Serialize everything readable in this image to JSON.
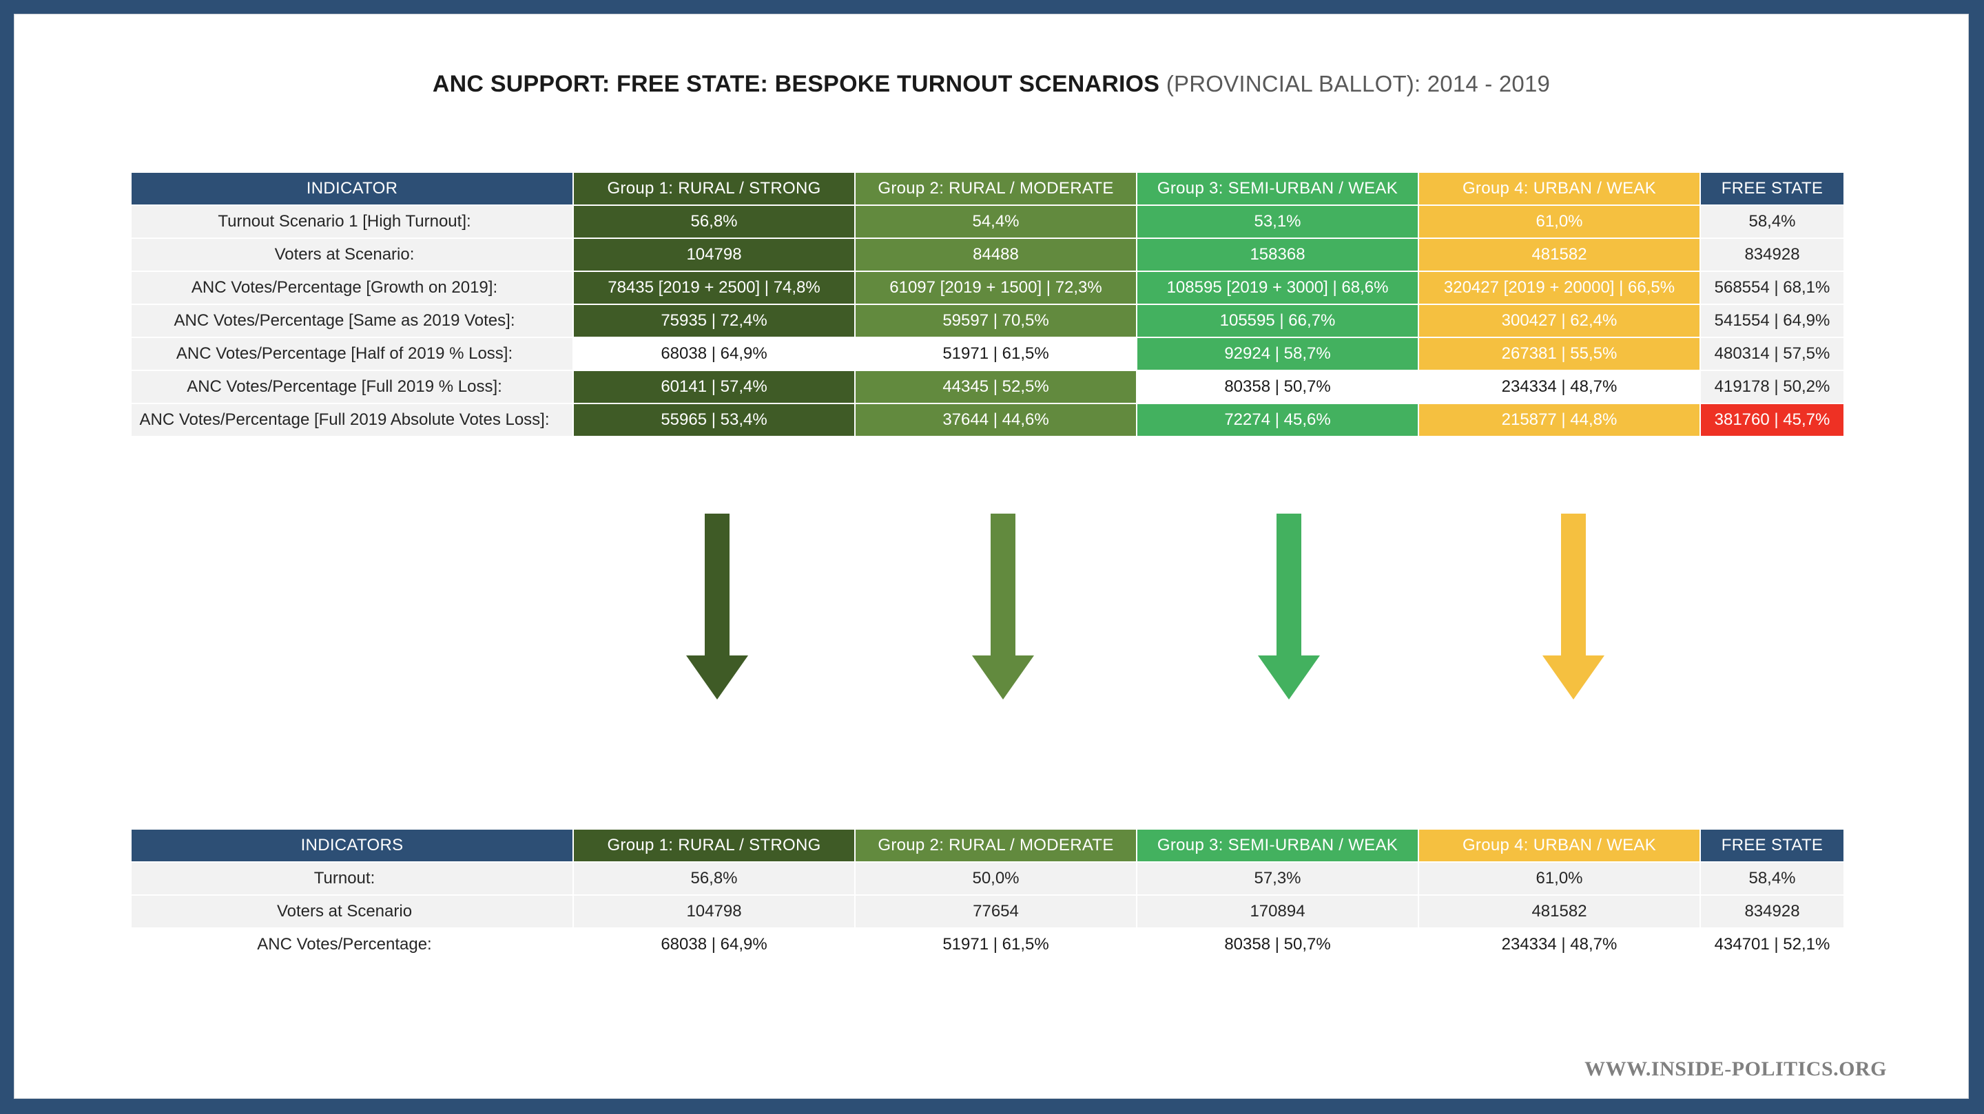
{
  "page": {
    "frame_color": "#2d4f75",
    "background": "#ffffff"
  },
  "title": {
    "main": "ANC SUPPORT: FREE STATE: BESPOKE TURNOUT SCENARIOS ",
    "sub": "(PROVINCIAL BALLOT): 2014 - 2019"
  },
  "colors": {
    "navy": "#2d4f75",
    "group1": "#3f5b26",
    "group2": "#628a3e",
    "group3": "#43b15f",
    "group4": "#f5c040",
    "red": "#ee3124",
    "light": "#f2f2f2"
  },
  "table_top": {
    "headers": {
      "indicator": "INDICATOR",
      "group1": "Group 1: RURAL / STRONG",
      "group2": "Group 2:  RURAL / MODERATE",
      "group3": "Group 3: SEMI-URBAN / WEAK",
      "group4": "Group 4: URBAN / WEAK",
      "free_state": "FREE STATE"
    },
    "rows": [
      {
        "label": "Turnout Scenario 1 [High Turnout]:",
        "group1": "56,8%",
        "group2": "54,4%",
        "group3": "53,1%",
        "group4": "61,0%",
        "free_state": "58,4%"
      },
      {
        "label": "Voters at Scenario:",
        "group1": "104798",
        "group2": "84488",
        "group3": "158368",
        "group4": "481582",
        "free_state": "834928"
      },
      {
        "label": "ANC Votes/Percentage [Growth on 2019]:",
        "group1": "78435 [2019 + 2500] | 74,8%",
        "group2": "61097 [2019 + 1500] | 72,3%",
        "group3": "108595 [2019 + 3000] | 68,6%",
        "group4": "320427 [2019 + 20000] | 66,5%",
        "free_state": "568554 | 68,1%"
      },
      {
        "label": "ANC Votes/Percentage [Same as 2019 Votes]:",
        "group1": "75935 | 72,4%",
        "group2": "59597 | 70,5%",
        "group3": "105595 | 66,7%",
        "group4": "300427 | 62,4%",
        "free_state": "541554 | 64,9%"
      },
      {
        "label": "ANC Votes/Percentage [Half of 2019 % Loss]:",
        "group1": "68038 | 64,9%",
        "group2": "51971 | 61,5%",
        "group3": "92924 | 58,7%",
        "group4": "267381 |  55,5%",
        "free_state": "480314 | 57,5%"
      },
      {
        "label": "ANC Votes/Percentage [Full 2019 % Loss]:",
        "group1": "60141 | 57,4%",
        "group2": "44345 | 52,5%",
        "group3": "80358 | 50,7%",
        "group4": "234334 | 48,7%",
        "free_state": "419178 | 50,2%"
      },
      {
        "label": "ANC Votes/Percentage [Full 2019 Absolute Votes Loss]:",
        "group1": "55965 | 53,4%",
        "group2": "37644 | 44,6%",
        "group3": "72274 | 45,6%",
        "group4": "215877 | 44,8%",
        "free_state": "381760 | 45,7%"
      }
    ]
  },
  "arrows": [
    {
      "name": "arrow-group1",
      "color": "#3f5b26"
    },
    {
      "name": "arrow-group2",
      "color": "#628a3e"
    },
    {
      "name": "arrow-group3",
      "color": "#43b15f"
    },
    {
      "name": "arrow-group4",
      "color": "#f5c040"
    }
  ],
  "table_bottom": {
    "headers": {
      "indicator": "INDICATORS",
      "group1": "Group 1: RURAL / STRONG",
      "group2": "Group 2:  RURAL / MODERATE",
      "group3": "Group 3: SEMI-URBAN / WEAK",
      "group4": "Group 4: URBAN / WEAK",
      "free_state": "FREE STATE"
    },
    "rows": [
      {
        "label": "Turnout:",
        "group1": "56,8%",
        "group2": "50,0%",
        "group3": "57,3%",
        "group4": "61,0%",
        "free_state": "58,4%"
      },
      {
        "label": "Voters at Scenario",
        "group1": "104798",
        "group2": "77654",
        "group3": "170894",
        "group4": "481582",
        "free_state": "834928"
      },
      {
        "label": "ANC Votes/Percentage:",
        "group1": "68038 | 64,9%",
        "group2": "51971 | 61,5%",
        "group3": "80358 | 50,7%",
        "group4": "234334 | 48,7%",
        "free_state": "434701 | 52,1%"
      }
    ]
  },
  "footer": {
    "url": "WWW.INSIDE-POLITICS.ORG"
  },
  "chart_data": {
    "type": "table",
    "title": "ANC SUPPORT: FREE STATE: BESPOKE TURNOUT SCENARIOS (PROVINCIAL BALLOT): 2014 - 2019",
    "tables": [
      {
        "name": "bespoke-turnout-scenarios",
        "columns": [
          "INDICATOR",
          "Group 1: RURAL / STRONG",
          "Group 2:  RURAL / MODERATE",
          "Group 3: SEMI-URBAN / WEAK",
          "Group 4: URBAN / WEAK",
          "FREE STATE"
        ],
        "rows": [
          [
            "Turnout Scenario 1 [High Turnout]:",
            "56,8%",
            "54,4%",
            "53,1%",
            "61,0%",
            "58,4%"
          ],
          [
            "Voters at Scenario:",
            "104798",
            "84488",
            "158368",
            "481582",
            "834928"
          ],
          [
            "ANC Votes/Percentage [Growth on 2019]:",
            "78435 [2019 + 2500] | 74,8%",
            "61097 [2019 + 1500] | 72,3%",
            "108595 [2019 + 3000] | 68,6%",
            "320427 [2019 + 20000] | 66,5%",
            "568554 | 68,1%"
          ],
          [
            "ANC Votes/Percentage [Same as 2019 Votes]:",
            "75935 | 72,4%",
            "59597 | 70,5%",
            "105595 | 66,7%",
            "300427 | 62,4%",
            "541554 | 64,9%"
          ],
          [
            "ANC Votes/Percentage [Half of 2019 % Loss]:",
            "68038 | 64,9%",
            "51971 | 61,5%",
            "92924 | 58,7%",
            "267381 |  55,5%",
            "480314 | 57,5%"
          ],
          [
            "ANC Votes/Percentage [Full 2019 % Loss]:",
            "60141 | 57,4%",
            "44345 | 52,5%",
            "80358 | 50,7%",
            "234334 | 48,7%",
            "419178 | 50,2%"
          ],
          [
            "ANC Votes/Percentage [Full 2019 Absolute Votes Loss]:",
            "55965 | 53,4%",
            "37644 | 44,6%",
            "72274 | 45,6%",
            "215877 | 44,8%",
            "381760 | 45,7%"
          ]
        ]
      },
      {
        "name": "selected-scenario-summary",
        "columns": [
          "INDICATORS",
          "Group 1: RURAL / STRONG",
          "Group 2:  RURAL / MODERATE",
          "Group 3: SEMI-URBAN / WEAK",
          "Group 4: URBAN / WEAK",
          "FREE STATE"
        ],
        "rows": [
          [
            "Turnout:",
            "56,8%",
            "50,0%",
            "57,3%",
            "61,0%",
            "58,4%"
          ],
          [
            "Voters at Scenario",
            "104798",
            "77654",
            "170894",
            "481582",
            "834928"
          ],
          [
            "ANC Votes/Percentage:",
            "68038 | 64,9%",
            "51971 | 61,5%",
            "80358 | 50,7%",
            "234334 | 48,7%",
            "434701 | 52,1%"
          ]
        ]
      }
    ]
  }
}
